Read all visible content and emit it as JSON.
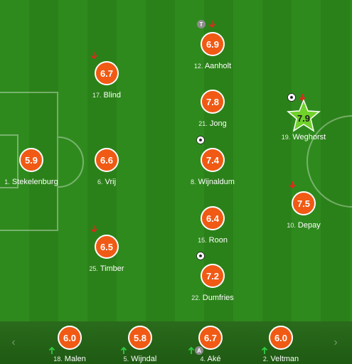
{
  "lineup": [
    {
      "id": "stekelenburg",
      "number": "1.",
      "name": "Stekelenburg",
      "rating": "5.9",
      "subbed_off": false,
      "goal": false,
      "captain": false,
      "top_rated": false
    },
    {
      "id": "blind",
      "number": "17.",
      "name": "Blind",
      "rating": "6.7",
      "subbed_off": true,
      "goal": false,
      "captain": false,
      "top_rated": false
    },
    {
      "id": "vrij",
      "number": "6.",
      "name": "Vrij",
      "rating": "6.6",
      "subbed_off": false,
      "goal": false,
      "captain": false,
      "top_rated": false
    },
    {
      "id": "timber",
      "number": "25.",
      "name": "Timber",
      "rating": "6.5",
      "subbed_off": true,
      "goal": false,
      "captain": false,
      "top_rated": false
    },
    {
      "id": "aanholt",
      "number": "12.",
      "name": "Aanholt",
      "rating": "6.9",
      "subbed_off": true,
      "goal": false,
      "captain": true,
      "top_rated": false
    },
    {
      "id": "jong",
      "number": "21.",
      "name": "Jong",
      "rating": "7.8",
      "subbed_off": false,
      "goal": false,
      "captain": false,
      "top_rated": false
    },
    {
      "id": "wijnaldum",
      "number": "8.",
      "name": "Wijnaldum",
      "rating": "7.4",
      "subbed_off": false,
      "goal": true,
      "captain": false,
      "top_rated": false
    },
    {
      "id": "roon",
      "number": "15.",
      "name": "Roon",
      "rating": "6.4",
      "subbed_off": false,
      "goal": false,
      "captain": false,
      "top_rated": false
    },
    {
      "id": "dumfries",
      "number": "22.",
      "name": "Dumfries",
      "rating": "7.2",
      "subbed_off": false,
      "goal": true,
      "captain": false,
      "top_rated": false
    },
    {
      "id": "weghorst",
      "number": "19.",
      "name": "Weghorst",
      "rating": "7.9",
      "subbed_off": true,
      "goal": true,
      "captain": false,
      "top_rated": true
    },
    {
      "id": "depay",
      "number": "10.",
      "name": "Depay",
      "rating": "7.5",
      "subbed_off": true,
      "goal": false,
      "captain": false,
      "top_rated": false
    }
  ],
  "captain_badge": "T",
  "substitutes": [
    {
      "id": "malen",
      "number": "18.",
      "name": "Malen",
      "rating": "6.0",
      "badge": ""
    },
    {
      "id": "wijndal",
      "number": "5.",
      "name": "Wijndal",
      "rating": "5.8",
      "badge": ""
    },
    {
      "id": "ake",
      "number": "4.",
      "name": "Aké",
      "rating": "6.7",
      "badge": "A"
    },
    {
      "id": "veltman",
      "number": "2.",
      "name": "Veltman",
      "rating": "6.0",
      "badge": ""
    }
  ],
  "colors": {
    "rating_bg": "#f05a14",
    "top_rated": "#6fd12a",
    "sub_off_arrow": "#e0291b",
    "sub_on_arrow": "#2ecc40"
  },
  "icons": {
    "prev": "chevron-left-icon",
    "next": "chevron-right-icon",
    "goal": "soccer-ball-icon"
  }
}
